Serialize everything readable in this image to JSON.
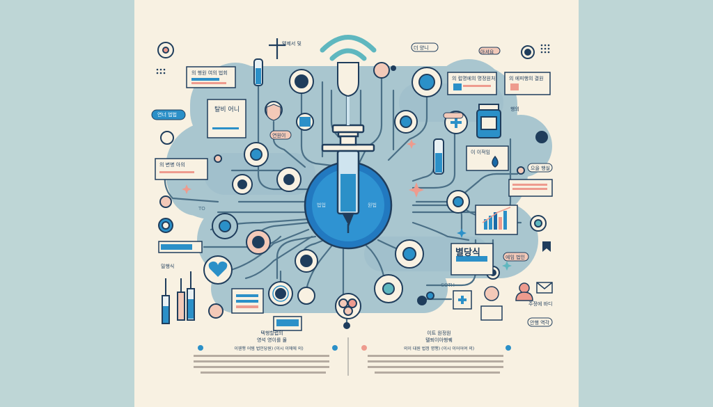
{
  "colors": {
    "page_bg": "#bcd4d4",
    "poster_bg": "#f8f1e2",
    "cloud": "#a9c6cf",
    "cloud_dark": "#8fb2c0",
    "line": "#4a6f86",
    "navy": "#1f3d5c",
    "blue": "#2b90c8",
    "blue_dark": "#1a6aa8",
    "peach": "#f3c9b8",
    "pink": "#ee9b8e",
    "teal": "#5fb7bf"
  },
  "icons": [
    "syringe-icon",
    "wifi-icon",
    "virus-icon",
    "heart-icon",
    "vial-icon",
    "shield-icon",
    "medicine-bottle-icon",
    "droplet-icon",
    "bar-chart-icon",
    "person-icon",
    "envelope-icon",
    "cross-icon",
    "clock-icon",
    "flask-icon"
  ],
  "labels": {
    "top_center_tag": "텔제서 및",
    "top_right_badge": "더 양니",
    "top_right_pill": "아셔요",
    "top_left_box": "의 행원 여의 법회",
    "left_pill": "연너 법법",
    "center_left_card": "탈비 어니",
    "small_pink_pill": "연원이",
    "left_mid_box": "의 변병 아의",
    "left_to": "TO",
    "right_top_box_a": "의 럽명에의 명정원처",
    "right_top_box_b": "의 에피행의 결원",
    "right_bottle_tag": "행의",
    "right_mid_card": "이 이적임",
    "right_mid_pill": "으을 행실",
    "hub_left": "법업",
    "hub_right": "원법",
    "right_big": "별당식",
    "right_big_pill": "에임 법인",
    "left_low_label": "밀행식",
    "center_code": "COTH",
    "bottom_right_pill": "안행 역각",
    "bottom_right_label": "주정에 바디"
  },
  "captions": {
    "left_title": "텍행할렵의",
    "left_subtitle": "영석 영이를 물",
    "left_line": "이웬행 어템 법인당원) (이시 이에에 의)",
    "right_title": "이트 원정원",
    "right_subtitle": "텔퇴이아행퀘",
    "right_line": "의이 대원 법정 명행) (이시 이어어여 의)"
  }
}
